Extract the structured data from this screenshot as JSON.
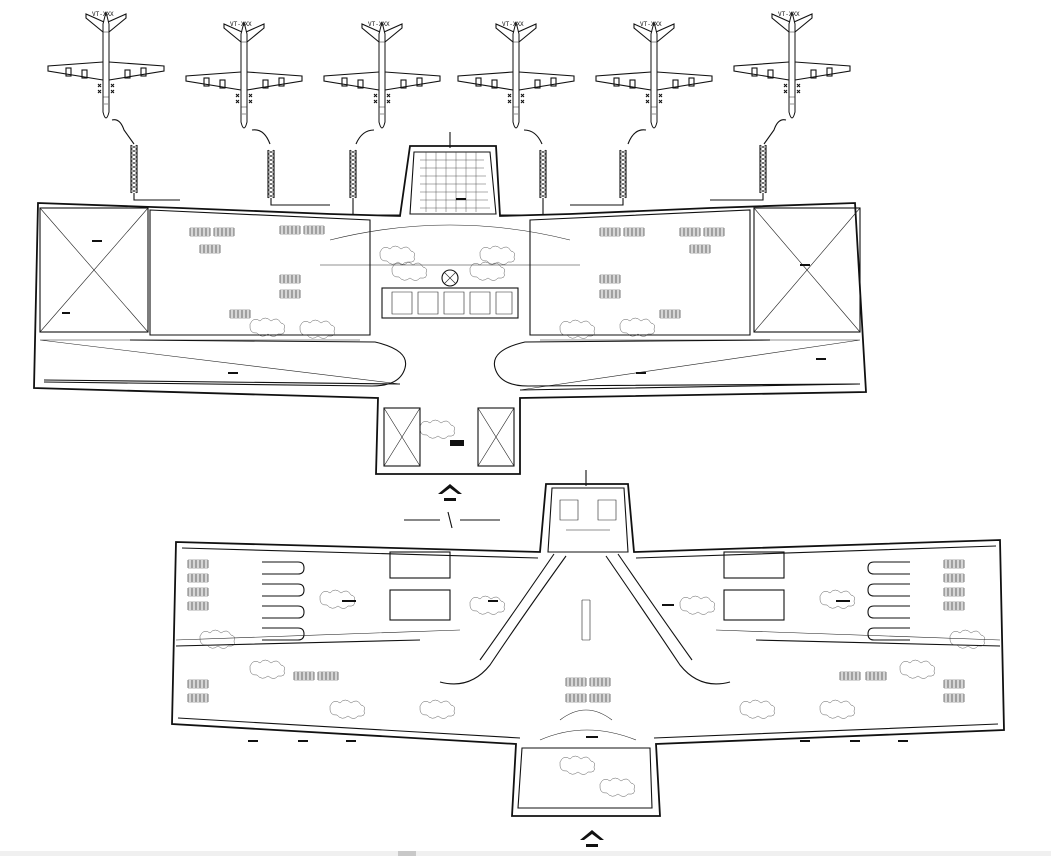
{
  "drawing": {
    "aircraft_tail_codes": [
      "VT-XXX",
      "VT-XXX",
      "VT-XXX",
      "VT-XXX",
      "VT-XXX",
      "VT-XXX"
    ],
    "gates": 6,
    "levels": [
      "upper-floor-plan",
      "lower-floor-plan"
    ]
  },
  "colors": {
    "line": "#111111",
    "background": "#ffffff"
  }
}
